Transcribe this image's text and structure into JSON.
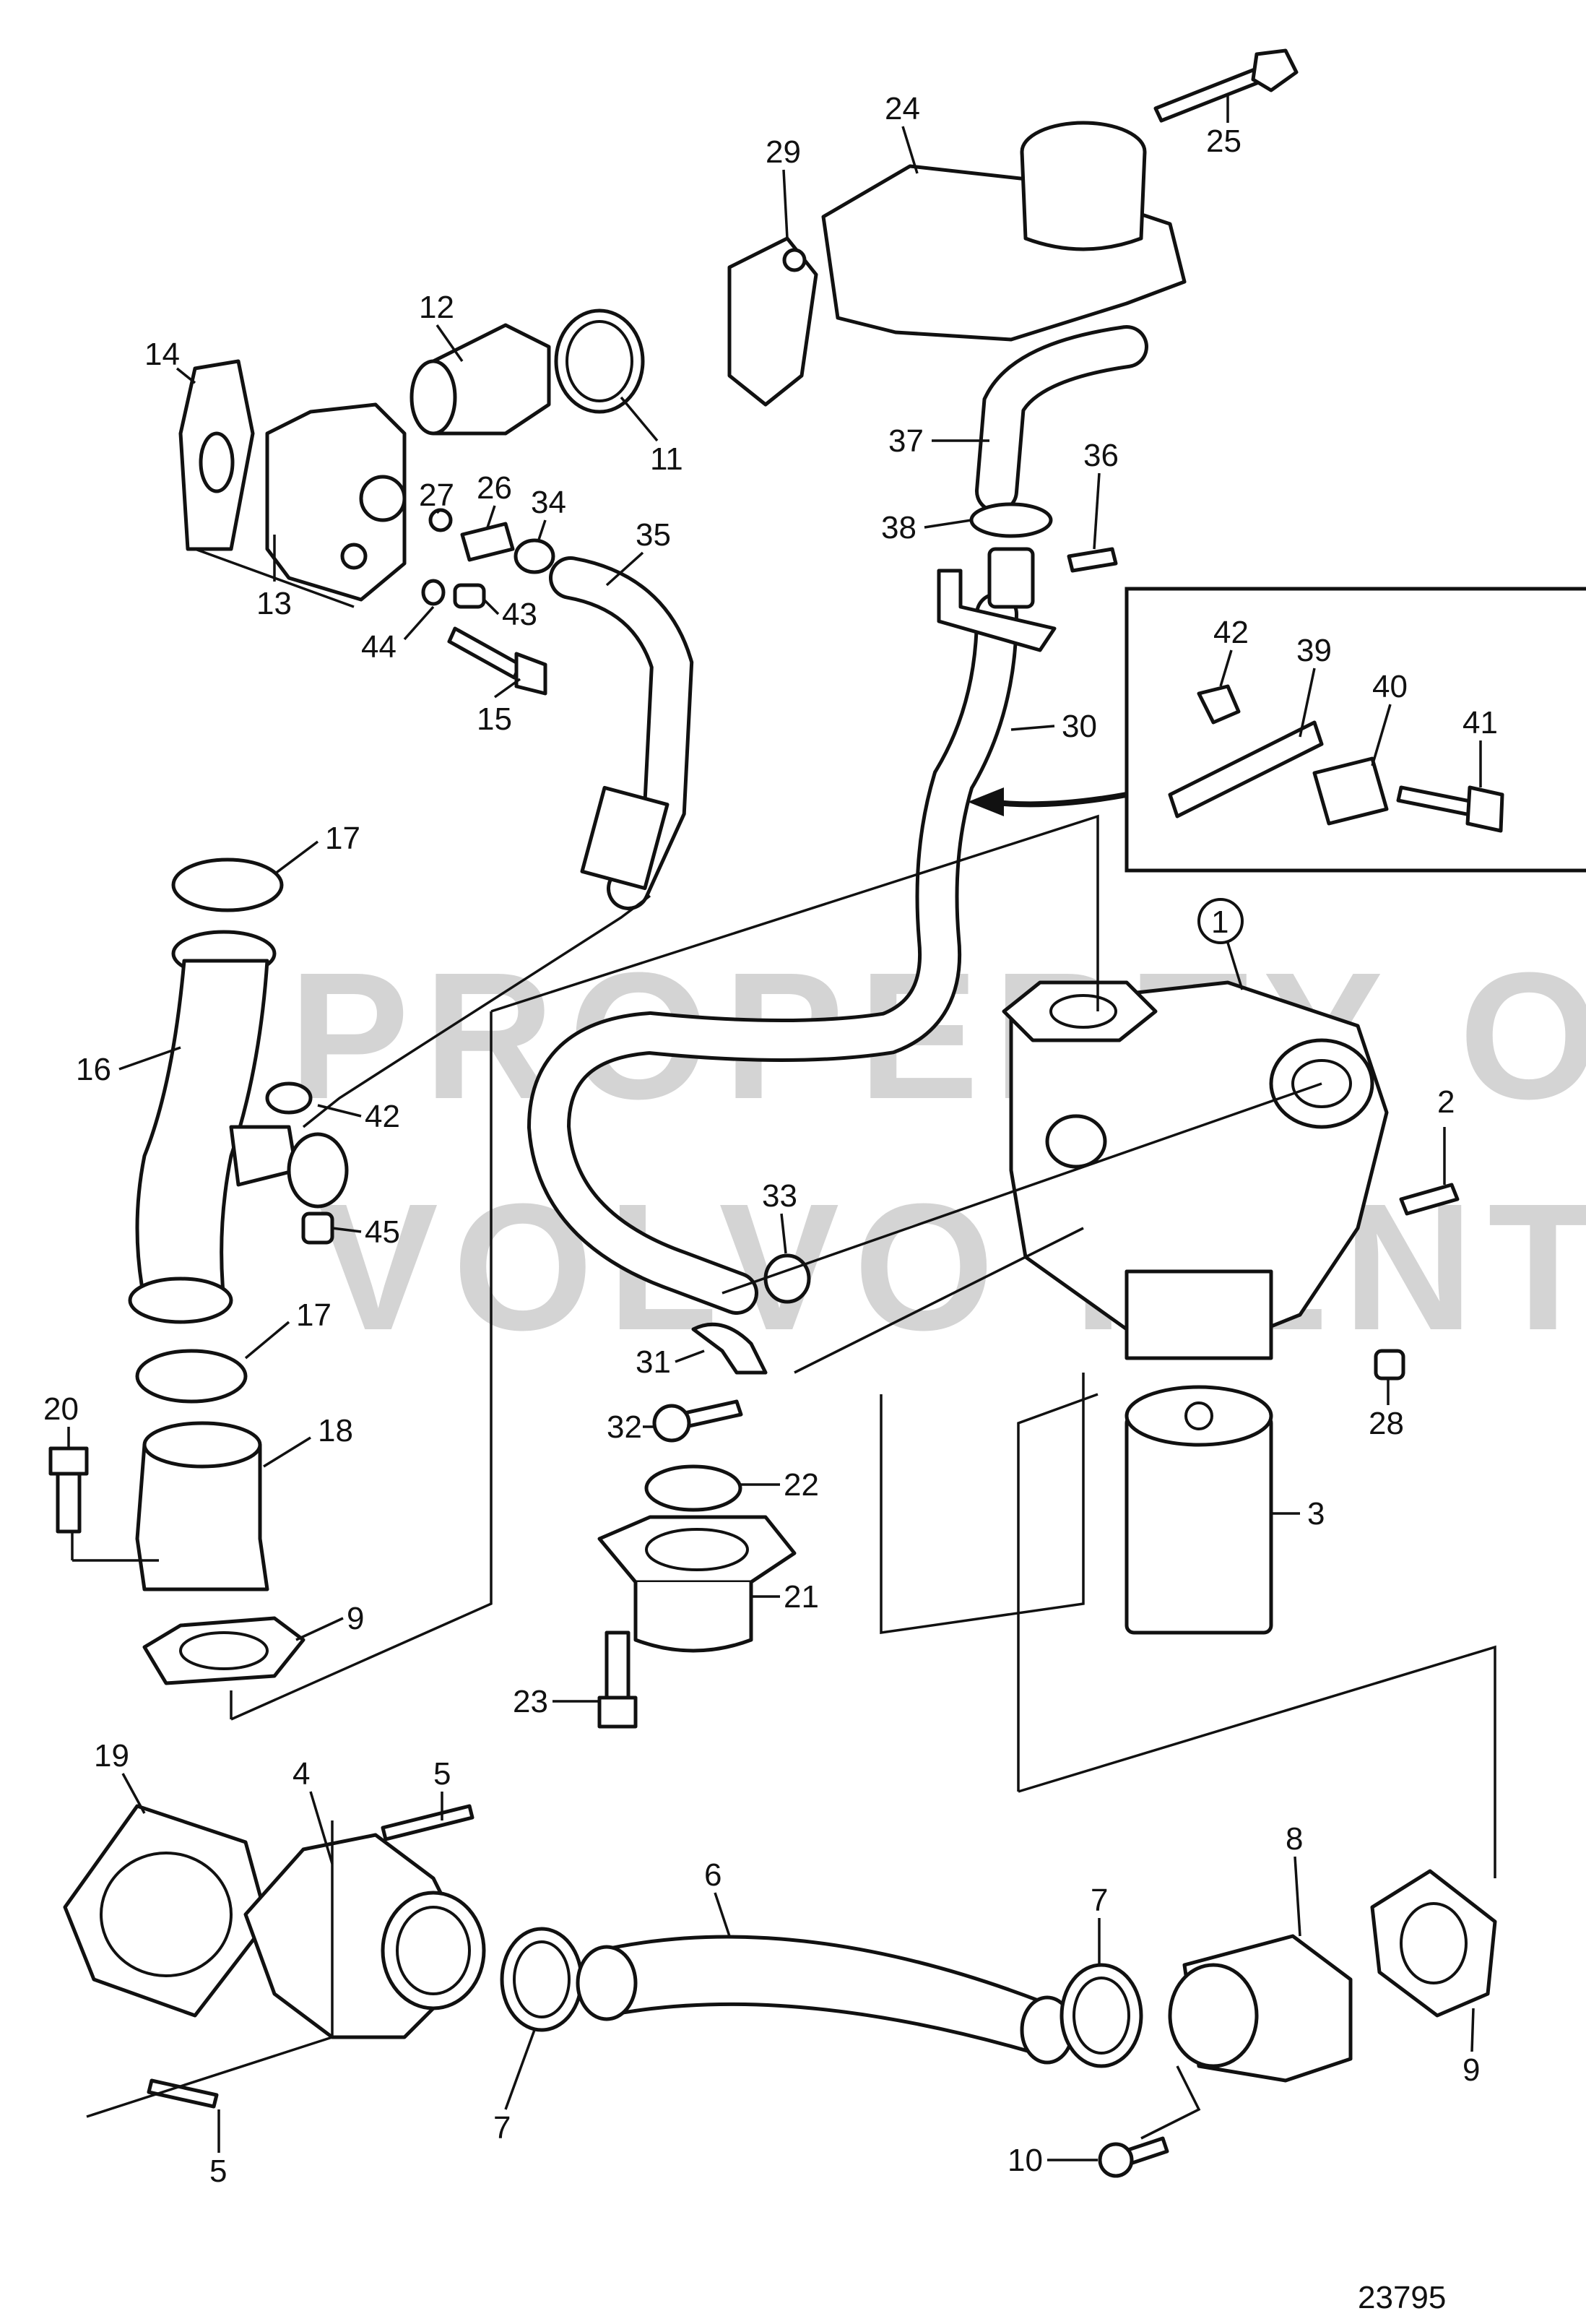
{
  "watermark": {
    "line1": "PROPERTY OF",
    "line2": "VOLVO PENTA"
  },
  "drawing_number": "23795",
  "callouts": [
    {
      "id": "c1",
      "text": "1",
      "circled": true
    },
    {
      "id": "c2",
      "text": "2"
    },
    {
      "id": "c3",
      "text": "3"
    },
    {
      "id": "c4",
      "text": "4"
    },
    {
      "id": "c5a",
      "text": "5"
    },
    {
      "id": "c5b",
      "text": "5"
    },
    {
      "id": "c6",
      "text": "6"
    },
    {
      "id": "c7a",
      "text": "7"
    },
    {
      "id": "c7b",
      "text": "7"
    },
    {
      "id": "c8",
      "text": "8"
    },
    {
      "id": "c9a",
      "text": "9"
    },
    {
      "id": "c9b",
      "text": "9"
    },
    {
      "id": "c10",
      "text": "10"
    },
    {
      "id": "c11",
      "text": "11"
    },
    {
      "id": "c12",
      "text": "12"
    },
    {
      "id": "c13",
      "text": "13"
    },
    {
      "id": "c14",
      "text": "14"
    },
    {
      "id": "c15",
      "text": "15"
    },
    {
      "id": "c16",
      "text": "16"
    },
    {
      "id": "c17a",
      "text": "17"
    },
    {
      "id": "c17b",
      "text": "17"
    },
    {
      "id": "c18",
      "text": "18"
    },
    {
      "id": "c19",
      "text": "19"
    },
    {
      "id": "c20",
      "text": "20"
    },
    {
      "id": "c21",
      "text": "21"
    },
    {
      "id": "c22",
      "text": "22"
    },
    {
      "id": "c23",
      "text": "23"
    },
    {
      "id": "c24",
      "text": "24"
    },
    {
      "id": "c25",
      "text": "25"
    },
    {
      "id": "c26",
      "text": "26"
    },
    {
      "id": "c27",
      "text": "27"
    },
    {
      "id": "c28",
      "text": "28"
    },
    {
      "id": "c29",
      "text": "29"
    },
    {
      "id": "c30",
      "text": "30"
    },
    {
      "id": "c31",
      "text": "31"
    },
    {
      "id": "c32",
      "text": "32"
    },
    {
      "id": "c33",
      "text": "33"
    },
    {
      "id": "c34",
      "text": "34"
    },
    {
      "id": "c35",
      "text": "35"
    },
    {
      "id": "c36",
      "text": "36"
    },
    {
      "id": "c37",
      "text": "37"
    },
    {
      "id": "c38",
      "text": "38"
    },
    {
      "id": "c39",
      "text": "39"
    },
    {
      "id": "c40",
      "text": "40"
    },
    {
      "id": "c41",
      "text": "41"
    },
    {
      "id": "c42a",
      "text": "42"
    },
    {
      "id": "c42b",
      "text": "42"
    },
    {
      "id": "c43",
      "text": "43"
    },
    {
      "id": "c44",
      "text": "44"
    },
    {
      "id": "c45",
      "text": "45"
    }
  ]
}
